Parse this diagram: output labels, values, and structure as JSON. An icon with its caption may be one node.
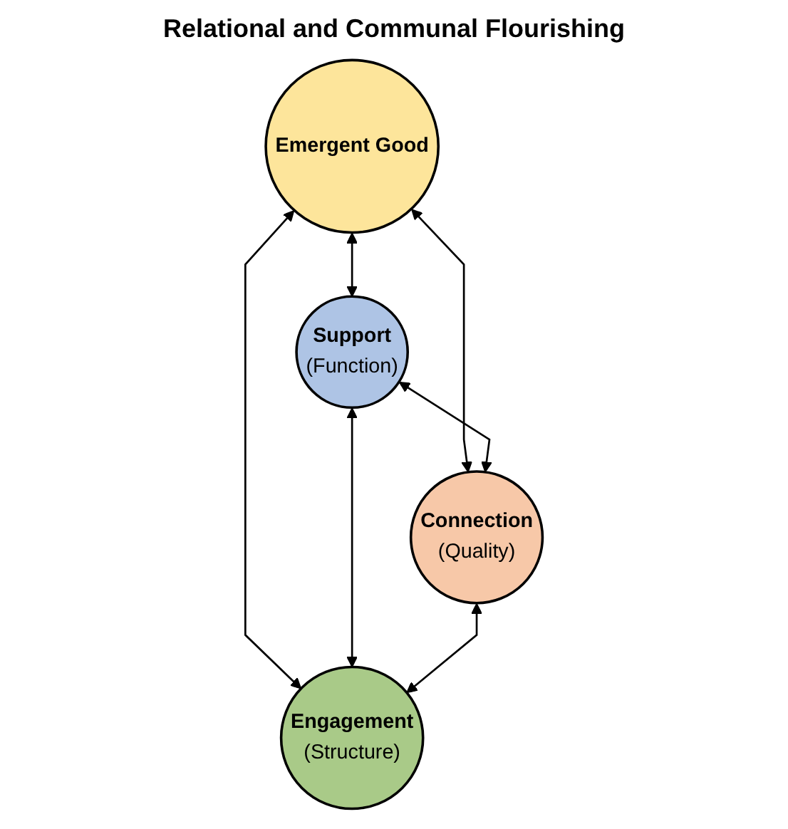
{
  "diagram": {
    "title": "Relational and Communal Flourishing",
    "nodes": [
      {
        "text": [
          "Emergent Good"
        ]
      },
      {
        "text": [
          "Support",
          "(Function)"
        ]
      },
      {
        "text": [
          "Connection",
          "(Quality)"
        ]
      },
      {
        "text": [
          "Engagement",
          "(Structure)"
        ]
      }
    ],
    "edges": [
      {
        "from": 0,
        "to": 1,
        "arrow": "both"
      },
      {
        "from": 0,
        "to": 2,
        "arrow": "both"
      },
      {
        "from": 0,
        "to": 3,
        "arrow": "both"
      },
      {
        "from": 1,
        "to": 2,
        "arrow": "both"
      },
      {
        "from": 1,
        "to": 3,
        "arrow": "both"
      },
      {
        "from": 2,
        "to": 3,
        "arrow": "both"
      }
    ]
  }
}
